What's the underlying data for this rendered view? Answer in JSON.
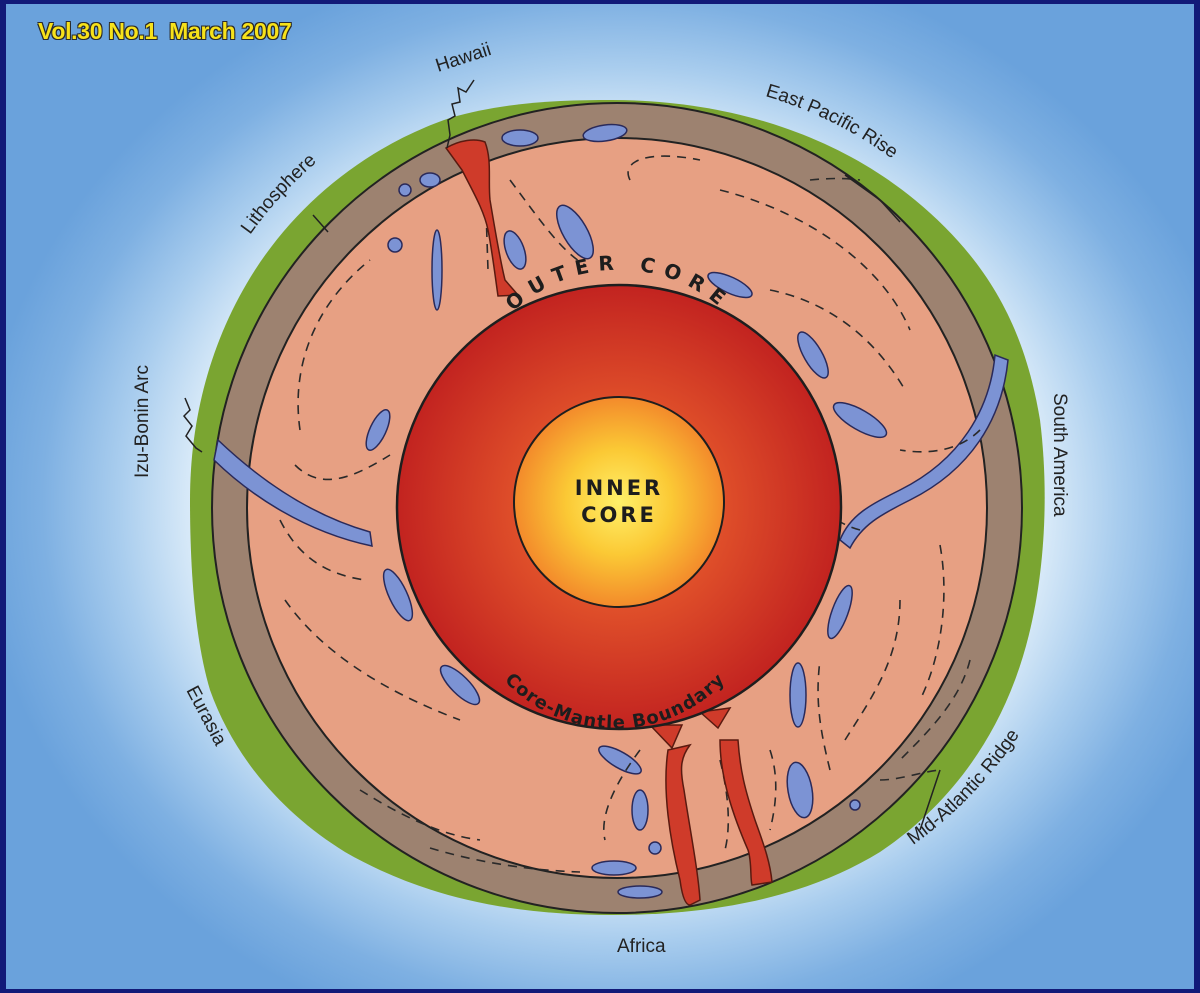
{
  "issue_line": "Vol.30 No.1  March 2007",
  "labels": {
    "hawaii": "Hawaii",
    "east_pacific_rise": "East Pacific Rise",
    "lithosphere": "Lithosphere",
    "izu_bonin_arc": "Izu-Bonin Arc",
    "south_america": "South America",
    "eurasia": "Eurasia",
    "mid_atlantic_ridge": "Mid-Atlantic Ridge",
    "africa": "Africa"
  },
  "core": {
    "outer": "OUTER CORE",
    "inner_line1": "INNER",
    "inner_line2": "CORE",
    "boundary": "Core-Mantle Boundary"
  },
  "colors": {
    "mantle": "#e7a083",
    "lithosphere": "#9d8270",
    "crust": "#7aa531",
    "slab": "#7c93d4",
    "plume": "#cf3b2a",
    "outer_core": "#c8281e",
    "inner_core": "#f7b92b"
  }
}
